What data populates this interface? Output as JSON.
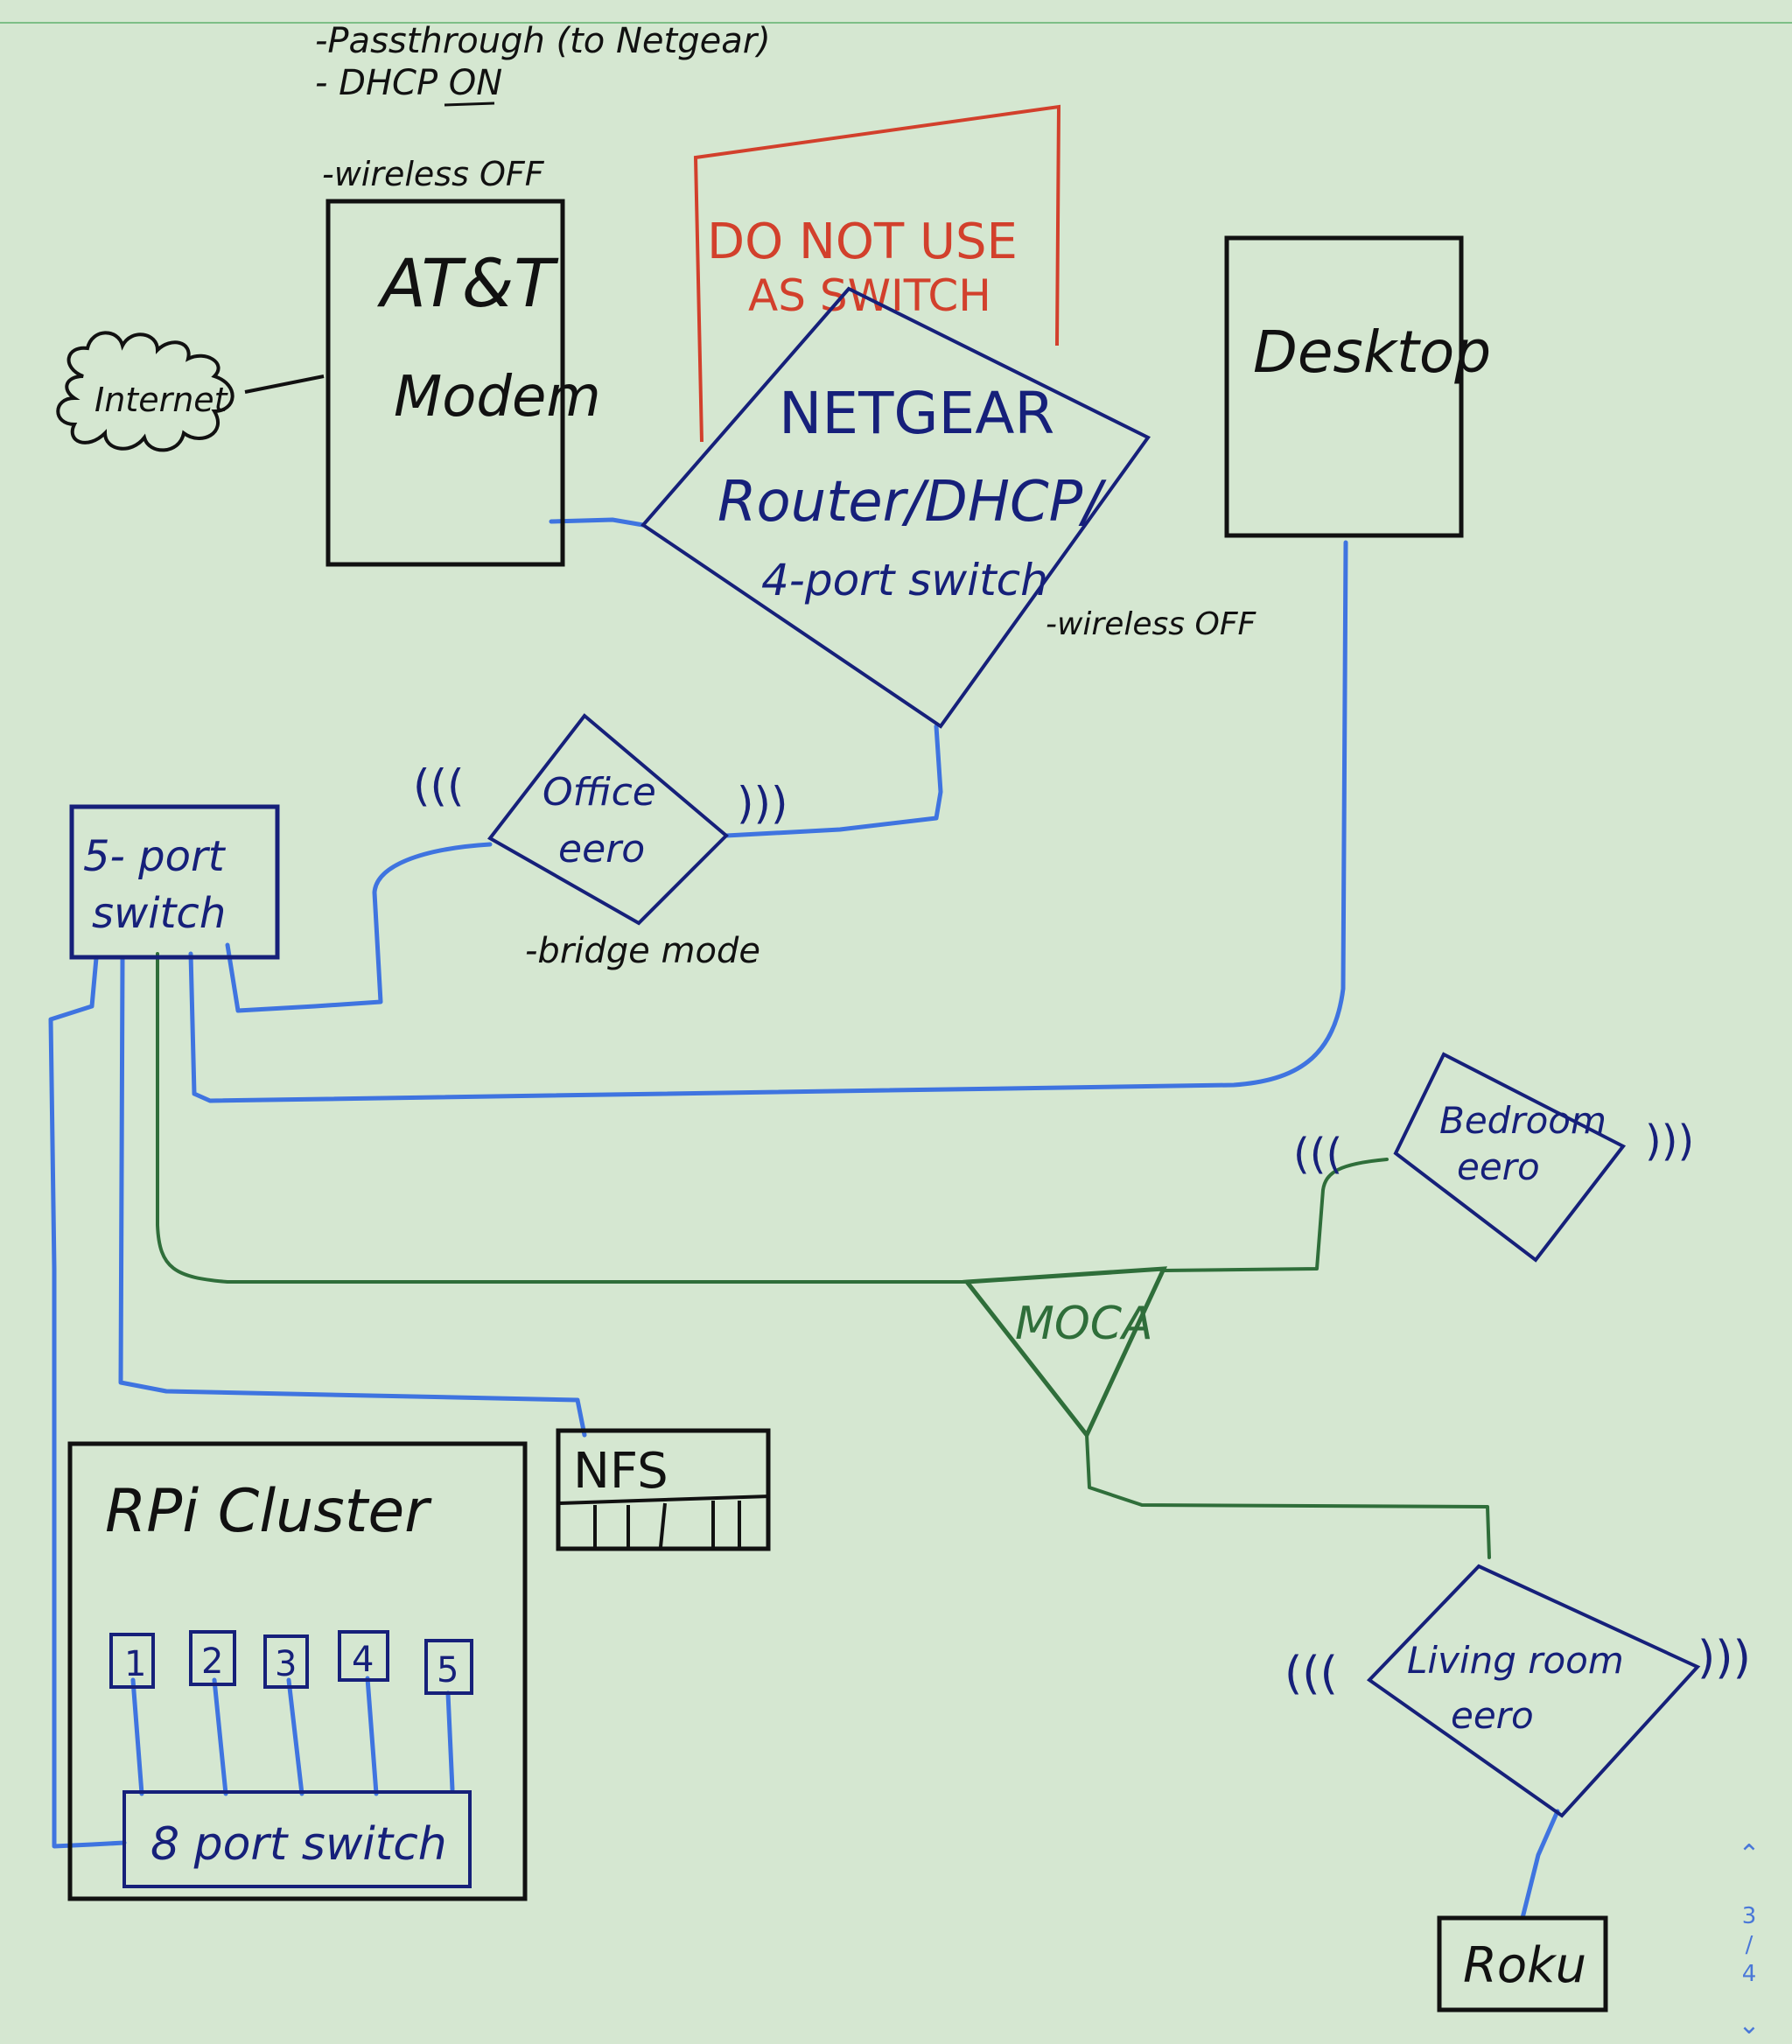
{
  "notes": {
    "passthrough": "-Passthrough (to Netgear)",
    "dhcp_on": "- DHCP ON",
    "wireless_off_modem": "-wireless OFF",
    "wireless_off_router": "-wireless OFF",
    "bridge_mode": "-bridge mode"
  },
  "warning": {
    "line1": "DO NOT USE",
    "line2": "AS SWITCH"
  },
  "nodes": {
    "internet": "Internet",
    "modem_line1": "AT&T",
    "modem_line2": "Modem",
    "router_line1": "NETGEAR",
    "router_line2": "Router/DHCP/",
    "router_line3": "4-port switch",
    "desktop": "Desktop",
    "switch5_line1": "5- port",
    "switch5_line2": "switch",
    "office_eero_line1": "Office",
    "office_eero_line2": "eero",
    "bedroom_eero_line1": "Bedroom",
    "bedroom_eero_line2": "eero",
    "moca": "MOCA",
    "living_eero_line1": "Living room",
    "living_eero_line2": "eero",
    "roku": "Roku",
    "rpi_cluster": "RPi Cluster",
    "nfs": "NFS",
    "switch8": "8 port switch",
    "pis": [
      "1",
      "2",
      "3",
      "4",
      "5"
    ]
  },
  "wifi": {
    "left": "(((",
    "right": ")))"
  },
  "pager": {
    "current": "3",
    "sep": "/",
    "total": "4"
  },
  "colors": {
    "background": "#d5e7d1",
    "black_ink": "#111111",
    "navy_ink": "#16207a",
    "blue_cable": "#3f74e0",
    "green_cable": "#2f6e3a",
    "red_ink": "#d2402c"
  }
}
